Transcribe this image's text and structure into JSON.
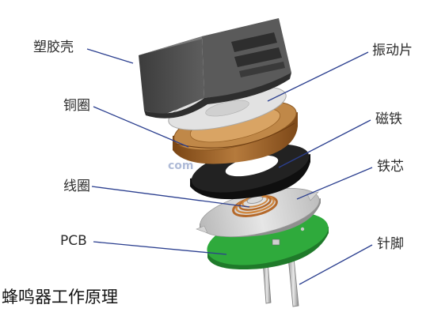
{
  "labels": {
    "plastic_shell": "塑胶壳",
    "vibrating_plate": "振动片",
    "copper_ring": "铜圈",
    "magnet": "磁铁",
    "iron_core": "铁芯",
    "coil": "线圈",
    "pcb": "PCB",
    "pins": "针脚"
  },
  "watermark": "com",
  "caption": "蜂鸣器工作原理",
  "colors": {
    "shell": "#5a5a5a",
    "copper": "#a0642a",
    "magnet": "#1e1e1e",
    "plate": "#cfcfcf",
    "pcb": "#2faa3c",
    "leader_line": "#2b3f8f"
  }
}
